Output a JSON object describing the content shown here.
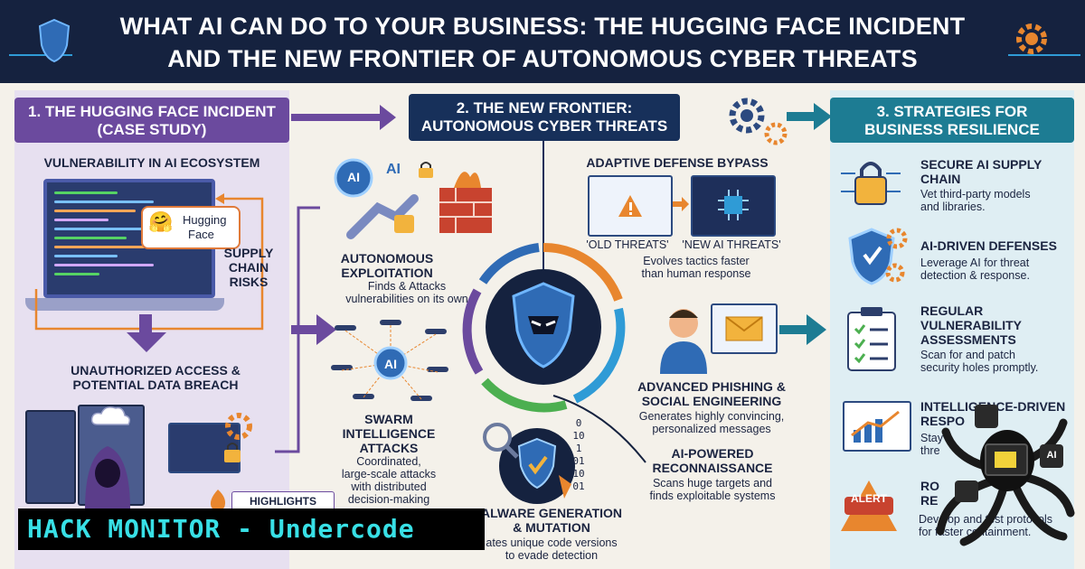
{
  "header": {
    "title_line1": "WHAT AI CAN DO TO YOUR BUSINESS: THE HUGGING FACE INCIDENT",
    "title_line2": "AND THE NEW FRONTIER OF AUTONOMOUS CYBER THREATS"
  },
  "section1": {
    "heading": "1. THE HUGGING FACE INCIDENT (CASE STUDY)",
    "vuln_label": "VULNERABILITY IN AI ECOSYSTEM",
    "bubble_line1": "Hugging",
    "bubble_line2": "Face",
    "supply_line1": "SUPPLY",
    "supply_line2": "CHAIN",
    "supply_line3": "RISKS",
    "breach_line1": "UNAUTHORIZED ACCESS &",
    "breach_line2": "POTENTIAL DATA BREACH",
    "highlights": "HIGHLIGHTS"
  },
  "section2": {
    "heading_line1": "2. THE NEW FRONTIER:",
    "heading_line2": "AUTONOMOUS CYBER THREATS",
    "ai_text": "AI",
    "exploit_title1": "AUTONOMOUS",
    "exploit_title2": "EXPLOITATION",
    "exploit_desc1": "Finds & Attacks",
    "exploit_desc2": "vulnerabilities on its own",
    "swarm_title1": "SWARM",
    "swarm_title2": "INTELLIGENCE",
    "swarm_title3": "ATTACKS",
    "swarm_desc1": "Coordinated,",
    "swarm_desc2": "large-scale attacks",
    "swarm_desc3": "with distributed",
    "swarm_desc4": "decision-making",
    "bypass_title": "ADAPTIVE DEFENSE BYPASS",
    "old_threats": "'OLD THREATS'",
    "new_threats": "'NEW AI THREATS'",
    "bypass_desc1": "Evolves tactics faster",
    "bypass_desc2": "than human response",
    "phish_title1": "ADVANCED PHISHING &",
    "phish_title2": "SOCIAL ENGINEERING",
    "phish_desc1": "Generates highly convincing,",
    "phish_desc2": "personalized messages",
    "recon_title1": "AI-POWERED",
    "recon_title2": "RECONNAISSANCE",
    "recon_desc1": "Scans huge targets and",
    "recon_desc2": "finds exploitable systems",
    "malware_title1": "ALWARE GENERATION",
    "malware_title2": "& MUTATION",
    "malware_desc1": "ates unique code versions",
    "malware_desc2": "to evade detection",
    "binary": "0\n10\n1\n01\n10\n01"
  },
  "section3": {
    "heading_line1": "3. STRATEGIES FOR",
    "heading_line2": "BUSINESS RESILIENCE",
    "items": [
      {
        "title1": "SECURE AI SUPPLY",
        "title2": "CHAIN",
        "title3": "",
        "desc1": "Vet third-party models",
        "desc2": "and libraries."
      },
      {
        "title1": "AI-DRIVEN DEFENSES",
        "title2": "",
        "title3": "",
        "desc1": "Leverage AI for threat",
        "desc2": "detection & response."
      },
      {
        "title1": "REGULAR",
        "title2": "VULNERABILITY",
        "title3": "ASSESSMENTS",
        "desc1": "Scan for and patch",
        "desc2": "security holes promptly."
      },
      {
        "title1": "INTELLIGENCE-DRIVEN",
        "title2": "RESPO",
        "title3": "",
        "desc1": "Stay",
        "desc2": "thre"
      },
      {
        "title1": "RO",
        "title2": "RE",
        "title3": "",
        "desc1": "Develop and test protocols",
        "desc2": "for faster containment."
      }
    ],
    "alert": "ALERT",
    "ai_small": "AI"
  },
  "banner": {
    "text": "HACK MONITOR - Undercode"
  },
  "colors": {
    "navy": "#15223f",
    "purple": "#6b4a9e",
    "teal": "#1d7c93",
    "orange": "#e8862e",
    "cyan_banner": "#38e0e6"
  }
}
